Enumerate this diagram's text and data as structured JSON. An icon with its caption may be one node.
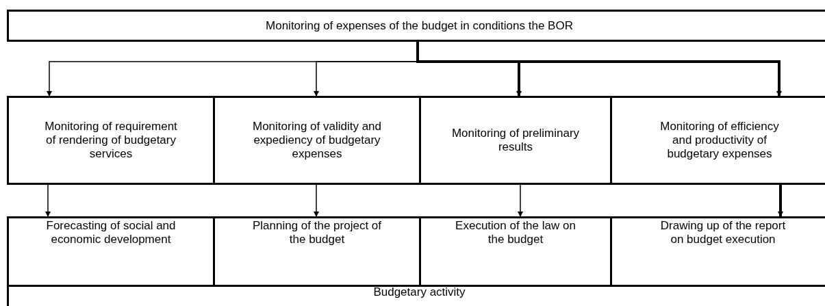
{
  "diagram": {
    "nodes": [
      {
        "text": [
          "Monitoring of expenses of the budget in conditions the BOR"
        ]
      },
      {
        "text": [
          "Monitoring of requirement of rendering of budgetary services"
        ]
      },
      {
        "text": [
          "Monitoring of validity and expediency of budgetary expenses"
        ]
      },
      {
        "text": [
          "Monitoring of preliminary results"
        ]
      },
      {
        "text": [
          "Monitoring of efficiency and productivity of budgetary expenses"
        ]
      },
      {
        "text": [
          "Budgetary activity"
        ]
      },
      {
        "text": [
          "Forecasting of social and economic development"
        ],
        "in": 5
      },
      {
        "text": [
          "Planning of the project of the budget"
        ],
        "in": 5
      },
      {
        "text": [
          "Execution of the law on the budget"
        ],
        "in": 5
      },
      {
        "text": [
          "Drawing up of the report on budget execution"
        ],
        "in": 5
      }
    ],
    "edges": [
      {
        "from": 0,
        "to": 1,
        "arrow": "to"
      },
      {
        "from": 0,
        "to": 2,
        "arrow": "to"
      },
      {
        "from": 0,
        "to": 3,
        "arrow": "to",
        "style": "thick"
      },
      {
        "from": 0,
        "to": 4,
        "arrow": "to",
        "style": "thick"
      },
      {
        "from": 1,
        "to": 6,
        "arrow": "to"
      },
      {
        "from": 2,
        "to": 7,
        "arrow": "to"
      },
      {
        "from": 3,
        "to": 8,
        "arrow": "to"
      },
      {
        "from": 4,
        "to": 9,
        "arrow": "to",
        "style": "thick"
      }
    ]
  }
}
